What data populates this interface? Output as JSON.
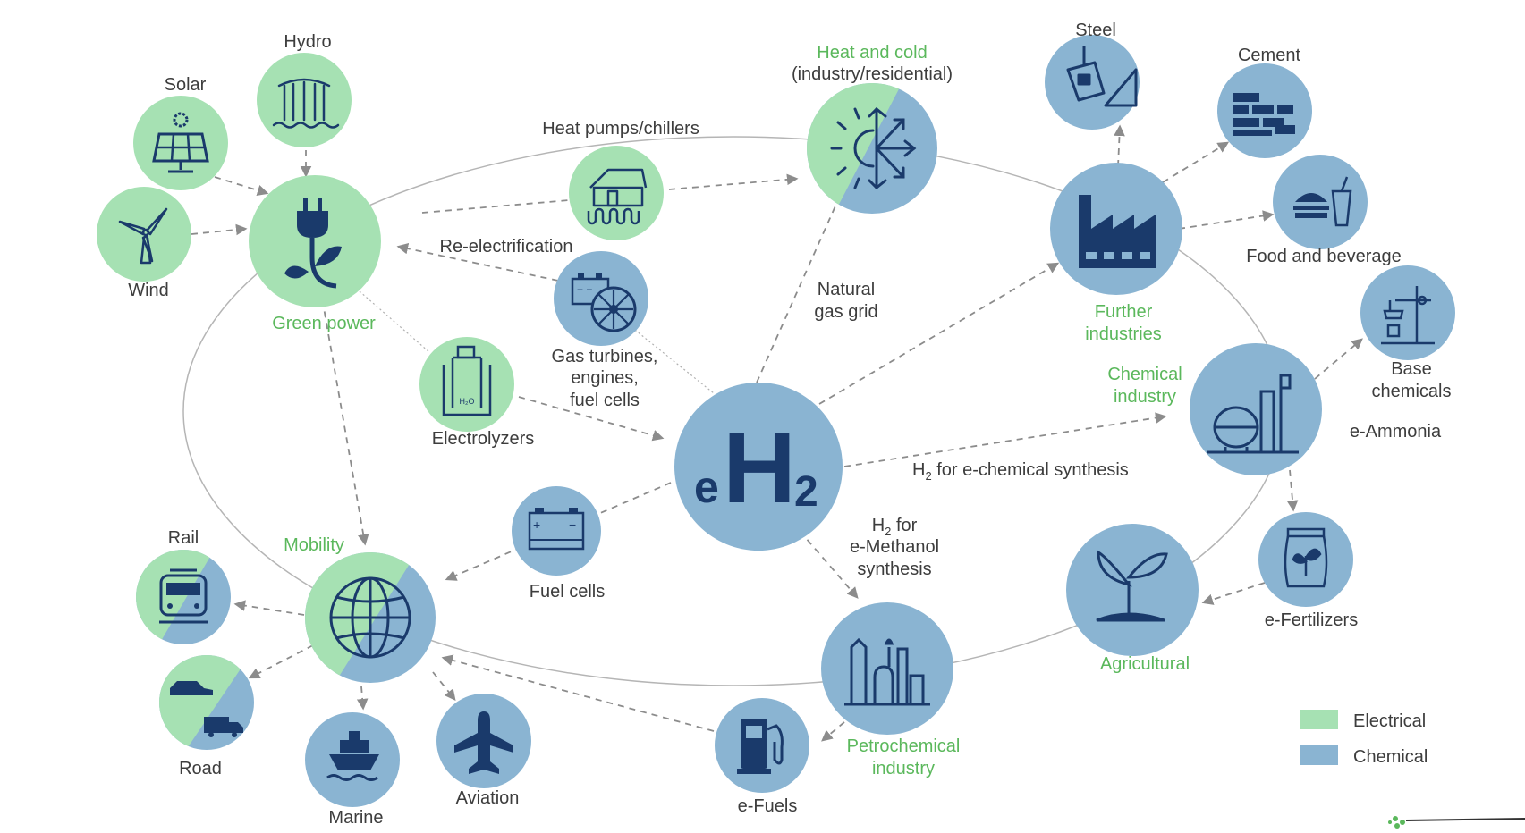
{
  "colors": {
    "electrical": "#a6e1b3",
    "chemical": "#8ab4d2",
    "icon": "#1a3a6b",
    "label_green": "#5bb85c",
    "label_dark": "#3d3d3d",
    "arrow": "#8c8c8c"
  },
  "nodes": {
    "hydro": {
      "label": "Hydro",
      "icon": "waterfall-icon"
    },
    "solar": {
      "label": "Solar",
      "icon": "solar-panel-icon"
    },
    "wind": {
      "label": "Wind",
      "icon": "wind-turbine-icon"
    },
    "green_power": {
      "label": "Green power",
      "icon": "plug-leaf-icon"
    },
    "heat_pumps": {
      "label": "Heat pumps/chillers",
      "icon": "house-heat-pump-icon"
    },
    "re_electrification": {
      "label": "Re-electrification",
      "icon": "turbine-battery-icon"
    },
    "gas_turbines": {
      "line1": "Gas turbines,",
      "line2": "engines,",
      "line3": "fuel cells"
    },
    "electrolyzers": {
      "label": "Electrolyzers",
      "icon": "electrolyzer-icon",
      "icon_text": "H₂O"
    },
    "heat_cold": {
      "line1": "Heat and cold",
      "line2": "(industry/residential)",
      "icon": "sun-snowflake-icon"
    },
    "natural_gas": {
      "line1": "Natural",
      "line2": "gas grid"
    },
    "eh2": {
      "prefix": "e",
      "main": "H",
      "sub": "2"
    },
    "steel": {
      "label": "Steel",
      "icon": "steel-ladle-icon"
    },
    "cement": {
      "label": "Cement",
      "icon": "bricks-icon"
    },
    "food": {
      "label": "Food and beverage",
      "icon": "burger-drink-icon"
    },
    "further_industries": {
      "line1": "Further",
      "line2": "industries",
      "icon": "factory-icon"
    },
    "base_chemicals": {
      "line1": "Base",
      "line2": "chemicals",
      "icon": "lab-flask-icon"
    },
    "chemical_industry": {
      "line1": "Chemical",
      "line2": "industry",
      "icon": "chemical-plant-icon"
    },
    "e_ammonia": {
      "label": "e-Ammonia"
    },
    "h2_chem": {
      "h": "H",
      "sub": "2",
      "rest": " for e-chemical synthesis"
    },
    "h2_meth": {
      "h": "H",
      "sub": "2",
      "rest": " for",
      "line2": "e-Methanol",
      "line3": "synthesis"
    },
    "fuel_cells": {
      "label": "Fuel cells",
      "icon": "battery-icon"
    },
    "e_fertilizers": {
      "label": "e-Fertilizers",
      "icon": "fertilizer-bag-icon"
    },
    "agricultural": {
      "label": "Agricultural",
      "icon": "sprout-icon"
    },
    "mobility": {
      "label": "Mobility",
      "icon": "globe-icon"
    },
    "rail": {
      "label": "Rail",
      "icon": "train-icon"
    },
    "road": {
      "label": "Road",
      "icon": "car-truck-icon"
    },
    "marine": {
      "label": "Marine",
      "icon": "ship-icon"
    },
    "aviation": {
      "label": "Aviation",
      "icon": "airplane-icon"
    },
    "e_fuels": {
      "label": "e-Fuels",
      "icon": "fuel-pump-icon"
    },
    "petrochemical": {
      "line1": "Petrochemical",
      "line2": "industry",
      "icon": "refinery-icon"
    }
  },
  "legend": {
    "electrical": "Electrical",
    "chemical": "Chemical"
  }
}
